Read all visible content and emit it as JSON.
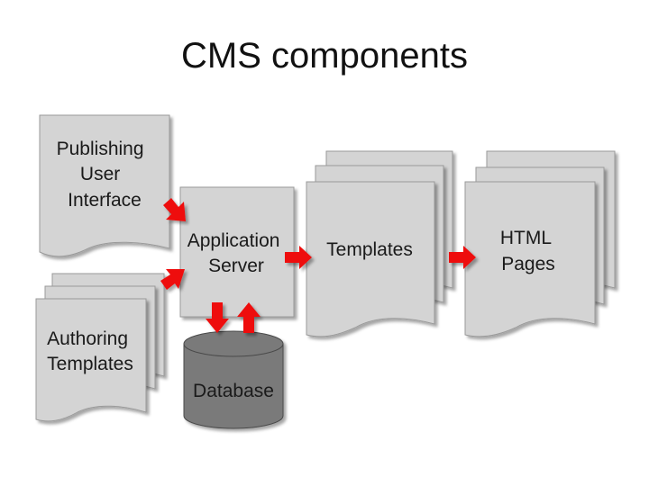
{
  "slide": {
    "title": "CMS components"
  },
  "nodes": {
    "publishing_ui": {
      "lines": [
        "Publishing",
        "User",
        "Interface"
      ]
    },
    "authoring_templates": {
      "lines": [
        "Authoring",
        "Templates"
      ]
    },
    "application_server": {
      "lines": [
        "Application",
        "Server"
      ]
    },
    "database": {
      "lines": [
        "Database"
      ]
    },
    "templates": {
      "lines": [
        "Templates"
      ]
    },
    "html_pages": {
      "lines": [
        "HTML",
        "Pages"
      ]
    }
  },
  "colors": {
    "doc_fill": "#d4d4d4",
    "doc_stroke": "#9a9a9a",
    "db_fill": "#7a7a7a",
    "arrow": "#ee1111"
  }
}
